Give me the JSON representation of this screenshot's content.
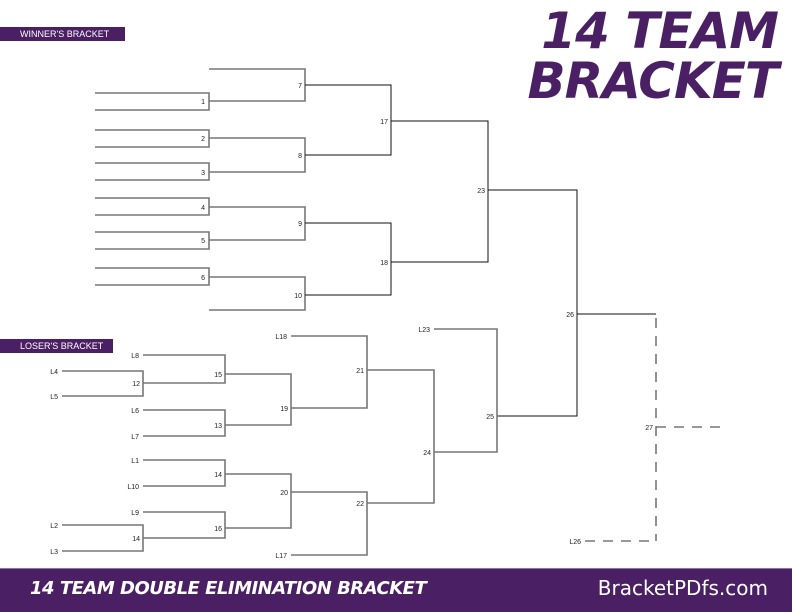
{
  "title": {
    "line1": "14 TEAM",
    "line2": "BRACKET"
  },
  "winners_label": "WINNER'S BRACKET",
  "losers_label": "LOSER'S BRACKET",
  "footer": {
    "left": "14 TEAM DOUBLE ELIMINATION BRACKET",
    "right": "BracketPDfs.com"
  },
  "colors": {
    "brand_purple": "#4a1f63",
    "line": "#777777"
  },
  "winners_games": [
    "1",
    "2",
    "3",
    "4",
    "5",
    "6",
    "7",
    "8",
    "9",
    "10",
    "17",
    "18",
    "23"
  ],
  "losers_games": [
    "12",
    "13",
    "14",
    "14",
    "15",
    "16",
    "19",
    "20",
    "21",
    "22",
    "24",
    "25"
  ],
  "finals_games": [
    "26",
    "27"
  ],
  "loser_slots": [
    "L4",
    "L5",
    "L8",
    "L6",
    "L7",
    "L1",
    "L10",
    "L9",
    "L2",
    "L3",
    "L18",
    "L17",
    "L23",
    "L26"
  ]
}
